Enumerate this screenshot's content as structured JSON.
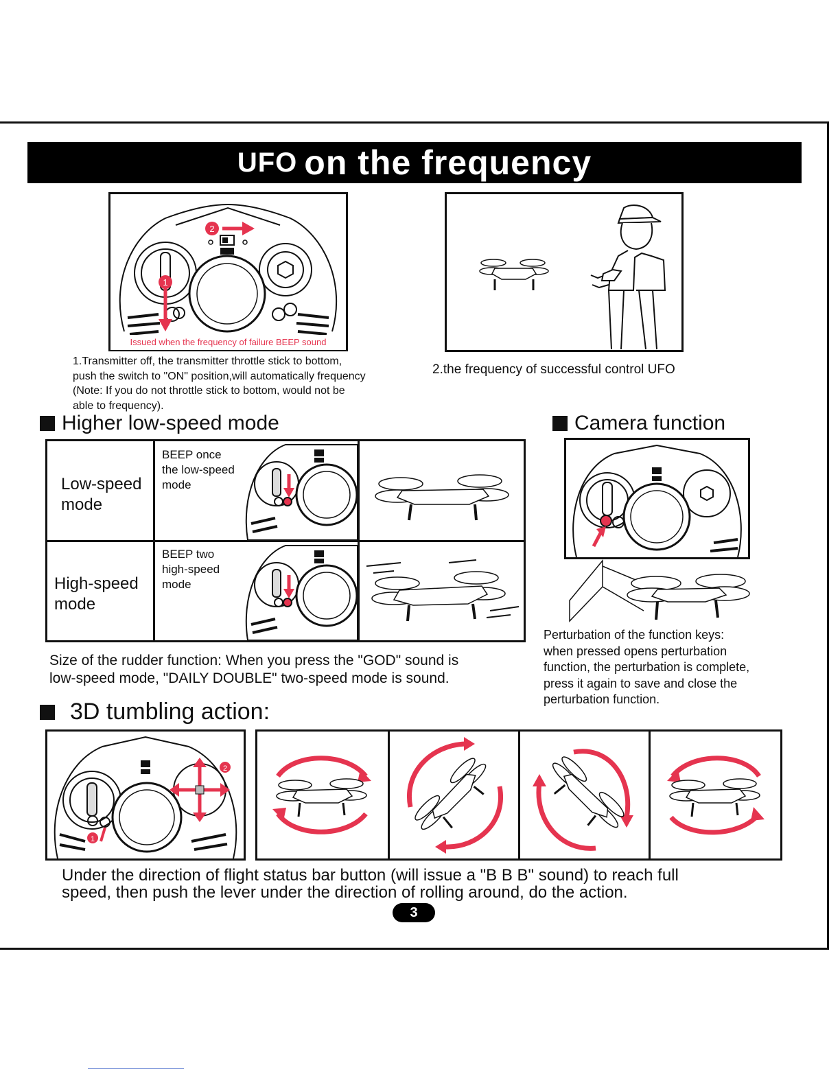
{
  "title": {
    "part1": "UFO",
    "part2": "on the frequency"
  },
  "step1": {
    "inset_caption": "Issued when the frequency of failure BEEP sound",
    "markers": [
      "1",
      "2"
    ],
    "lines": [
      "1.Transmitter off, the transmitter throttle stick to bottom,",
      "push the switch to \"ON\" position,will automatically frequency",
      "(Note: If you do not throttle stick to bottom, would not be",
      "able to frequency)."
    ]
  },
  "step2": {
    "caption": "2.the frequency of successful control UFO"
  },
  "speed_section": {
    "heading": "Higher low-speed mode",
    "rows": [
      {
        "label_lines": [
          "Low-speed",
          "mode"
        ],
        "beep_lines": [
          "BEEP once",
          "the low-speed",
          "mode"
        ]
      },
      {
        "label_lines": [
          "High-speed",
          "mode"
        ],
        "beep_lines": [
          "BEEP two",
          "high-speed",
          "mode"
        ]
      }
    ],
    "note_lines": [
      "Size of the rudder function: When you press the \"GOD\" sound is",
      "low-speed mode, \"DAILY DOUBLE\" two-speed mode is sound."
    ]
  },
  "camera_section": {
    "heading": "Camera function",
    "note_lines": [
      "Perturbation of the function keys:",
      "when pressed opens perturbation",
      "function, the perturbation is complete,",
      "press it again to save and close the",
      "perturbation function."
    ]
  },
  "tumble_section": {
    "heading": "3D tumbling action:",
    "markers": [
      "1",
      "2"
    ],
    "footer_lines": [
      "Under the direction of flight status bar button (will issue a \"B B B\" sound) to reach full",
      "speed, then push the lever under the direction of rolling around, do the action."
    ]
  },
  "page_number": "3",
  "colors": {
    "accent": "#e5344f",
    "ink": "#111111"
  }
}
